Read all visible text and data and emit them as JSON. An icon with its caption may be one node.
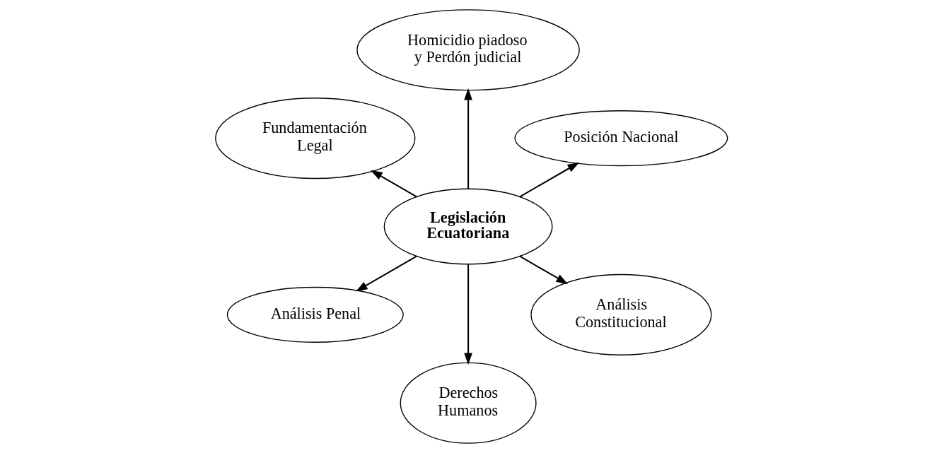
{
  "diagram": {
    "nodes": [
      {
        "text": [
          "Posición Nacional"
        ]
      },
      {
        "text": [
          "Homicidio piadoso y Perdón judicial"
        ]
      },
      {
        "text": [
          "Fundamentación Legal"
        ]
      },
      {
        "text": [
          "Legislación Ecuatoriana"
        ]
      },
      {
        "text": [
          "Análisis Penal"
        ]
      },
      {
        "text": [
          "Derechos Humanos"
        ]
      },
      {
        "text": [
          "Análisis Constitucional"
        ]
      }
    ],
    "edges": [
      {
        "from": 3,
        "to": 0,
        "arrow": "to"
      },
      {
        "from": 3,
        "to": 1,
        "arrow": "to"
      },
      {
        "from": 3,
        "to": 2,
        "arrow": "to"
      },
      {
        "from": 3,
        "to": 4,
        "arrow": "to"
      },
      {
        "from": 3,
        "to": 5,
        "arrow": "to"
      },
      {
        "from": 3,
        "to": 6,
        "arrow": "to"
      }
    ]
  }
}
